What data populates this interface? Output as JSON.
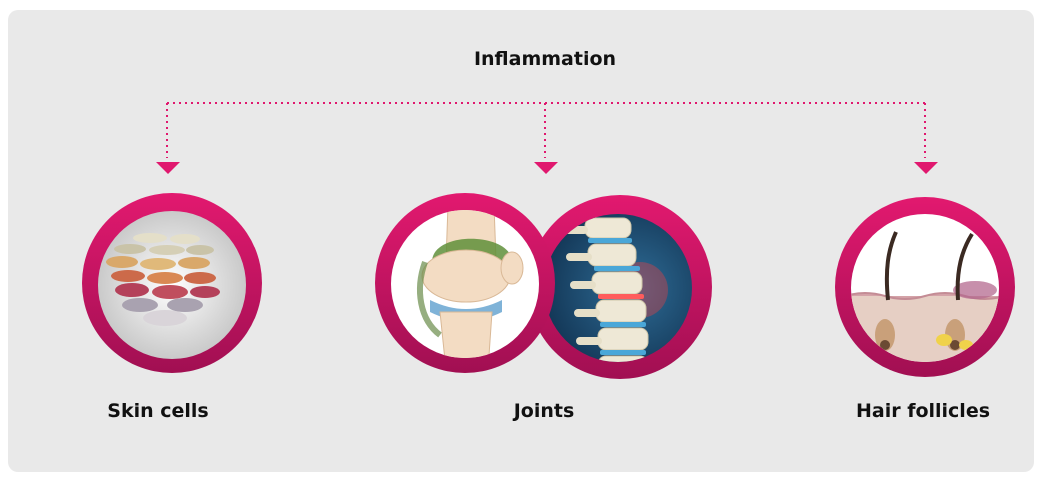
{
  "diagram": {
    "root_label": "Inflammation",
    "nodes": [
      {
        "label": "Skin cells",
        "icon": "skin-cells-illustration"
      },
      {
        "label": "Joints",
        "icon": "knee-joint-and-spine-illustration"
      },
      {
        "label": "Hair follicles",
        "icon": "hair-follicle-illustration"
      }
    ]
  },
  "colors": {
    "background": "#e9e9e9",
    "accent": "#e0186e",
    "ring": "#b0125a",
    "text": "#111111"
  }
}
